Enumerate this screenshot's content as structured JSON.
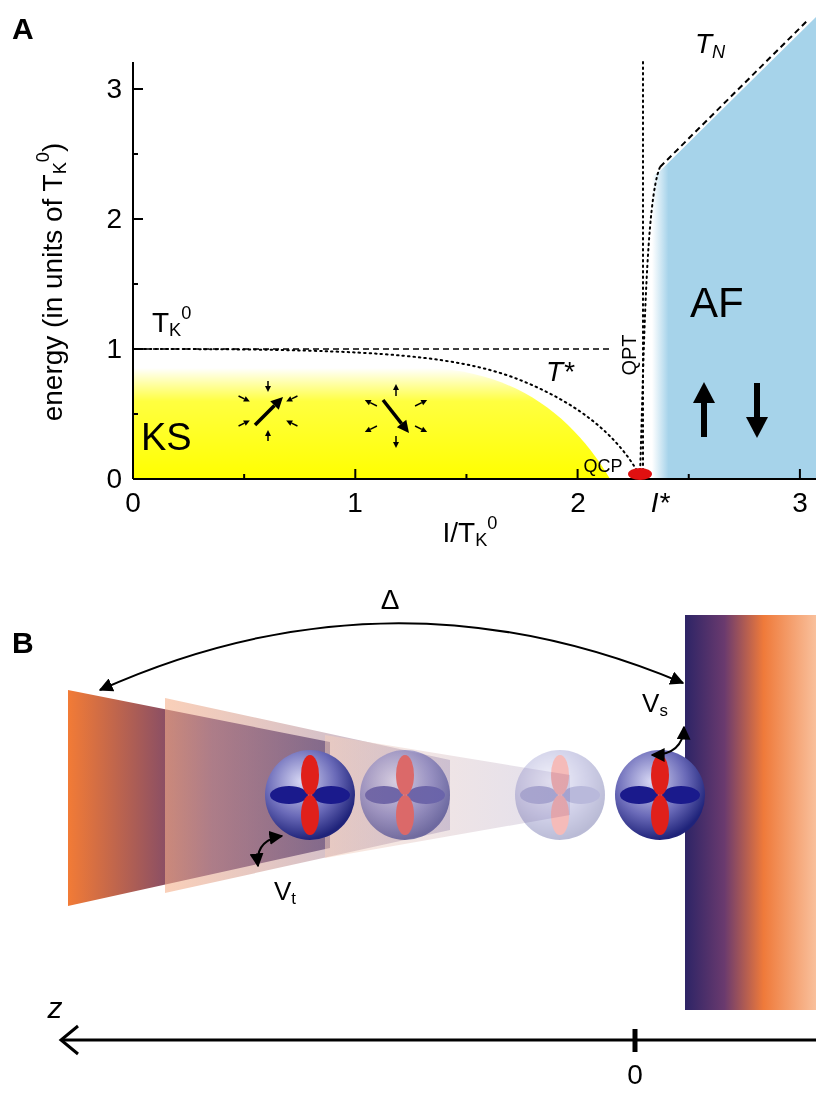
{
  "diagram": {
    "nodes": [
      {
        "text": [
          "KS"
        ]
      },
      {
        "text": [
          "AF"
        ]
      }
    ],
    "labels": [
      "A",
      "3",
      "2",
      "1",
      "0",
      "energy (in units of T",
      "K",
      "0",
      ")",
      "T",
      "K",
      "0",
      "T*",
      "QPT",
      "QCP",
      "T",
      "N",
      "0",
      "1",
      "2",
      "I*",
      "3",
      "I/T",
      "K",
      "0",
      "B",
      "Δ",
      "V",
      "s",
      "V",
      "t",
      "z",
      "0"
    ]
  }
}
